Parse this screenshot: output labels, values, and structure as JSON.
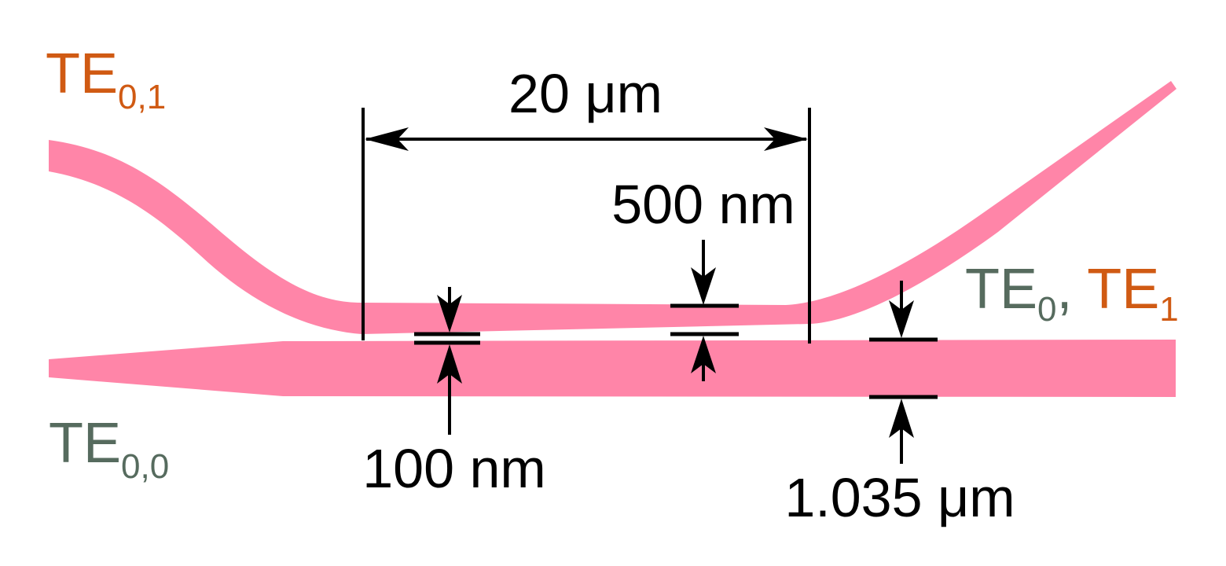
{
  "colors": {
    "waveguide": "#ff85a8",
    "mode_orange": "#d05a13",
    "mode_green": "#566b5e",
    "dimension": "#000000",
    "background": "#ffffff"
  },
  "labels": {
    "top_port": {
      "base": "TE",
      "sub": "0,1"
    },
    "bottom_port": {
      "base": "TE",
      "sub": "0,0"
    },
    "output_mode_a": {
      "base": "TE",
      "sub": "0"
    },
    "separator": ", ",
    "output_mode_b": {
      "base": "TE",
      "sub": "1"
    }
  },
  "dimensions": {
    "coupling_length": "20 μm",
    "upper_width": "500 nm",
    "gap": "100 nm",
    "lower_width": "1.035 μm"
  }
}
